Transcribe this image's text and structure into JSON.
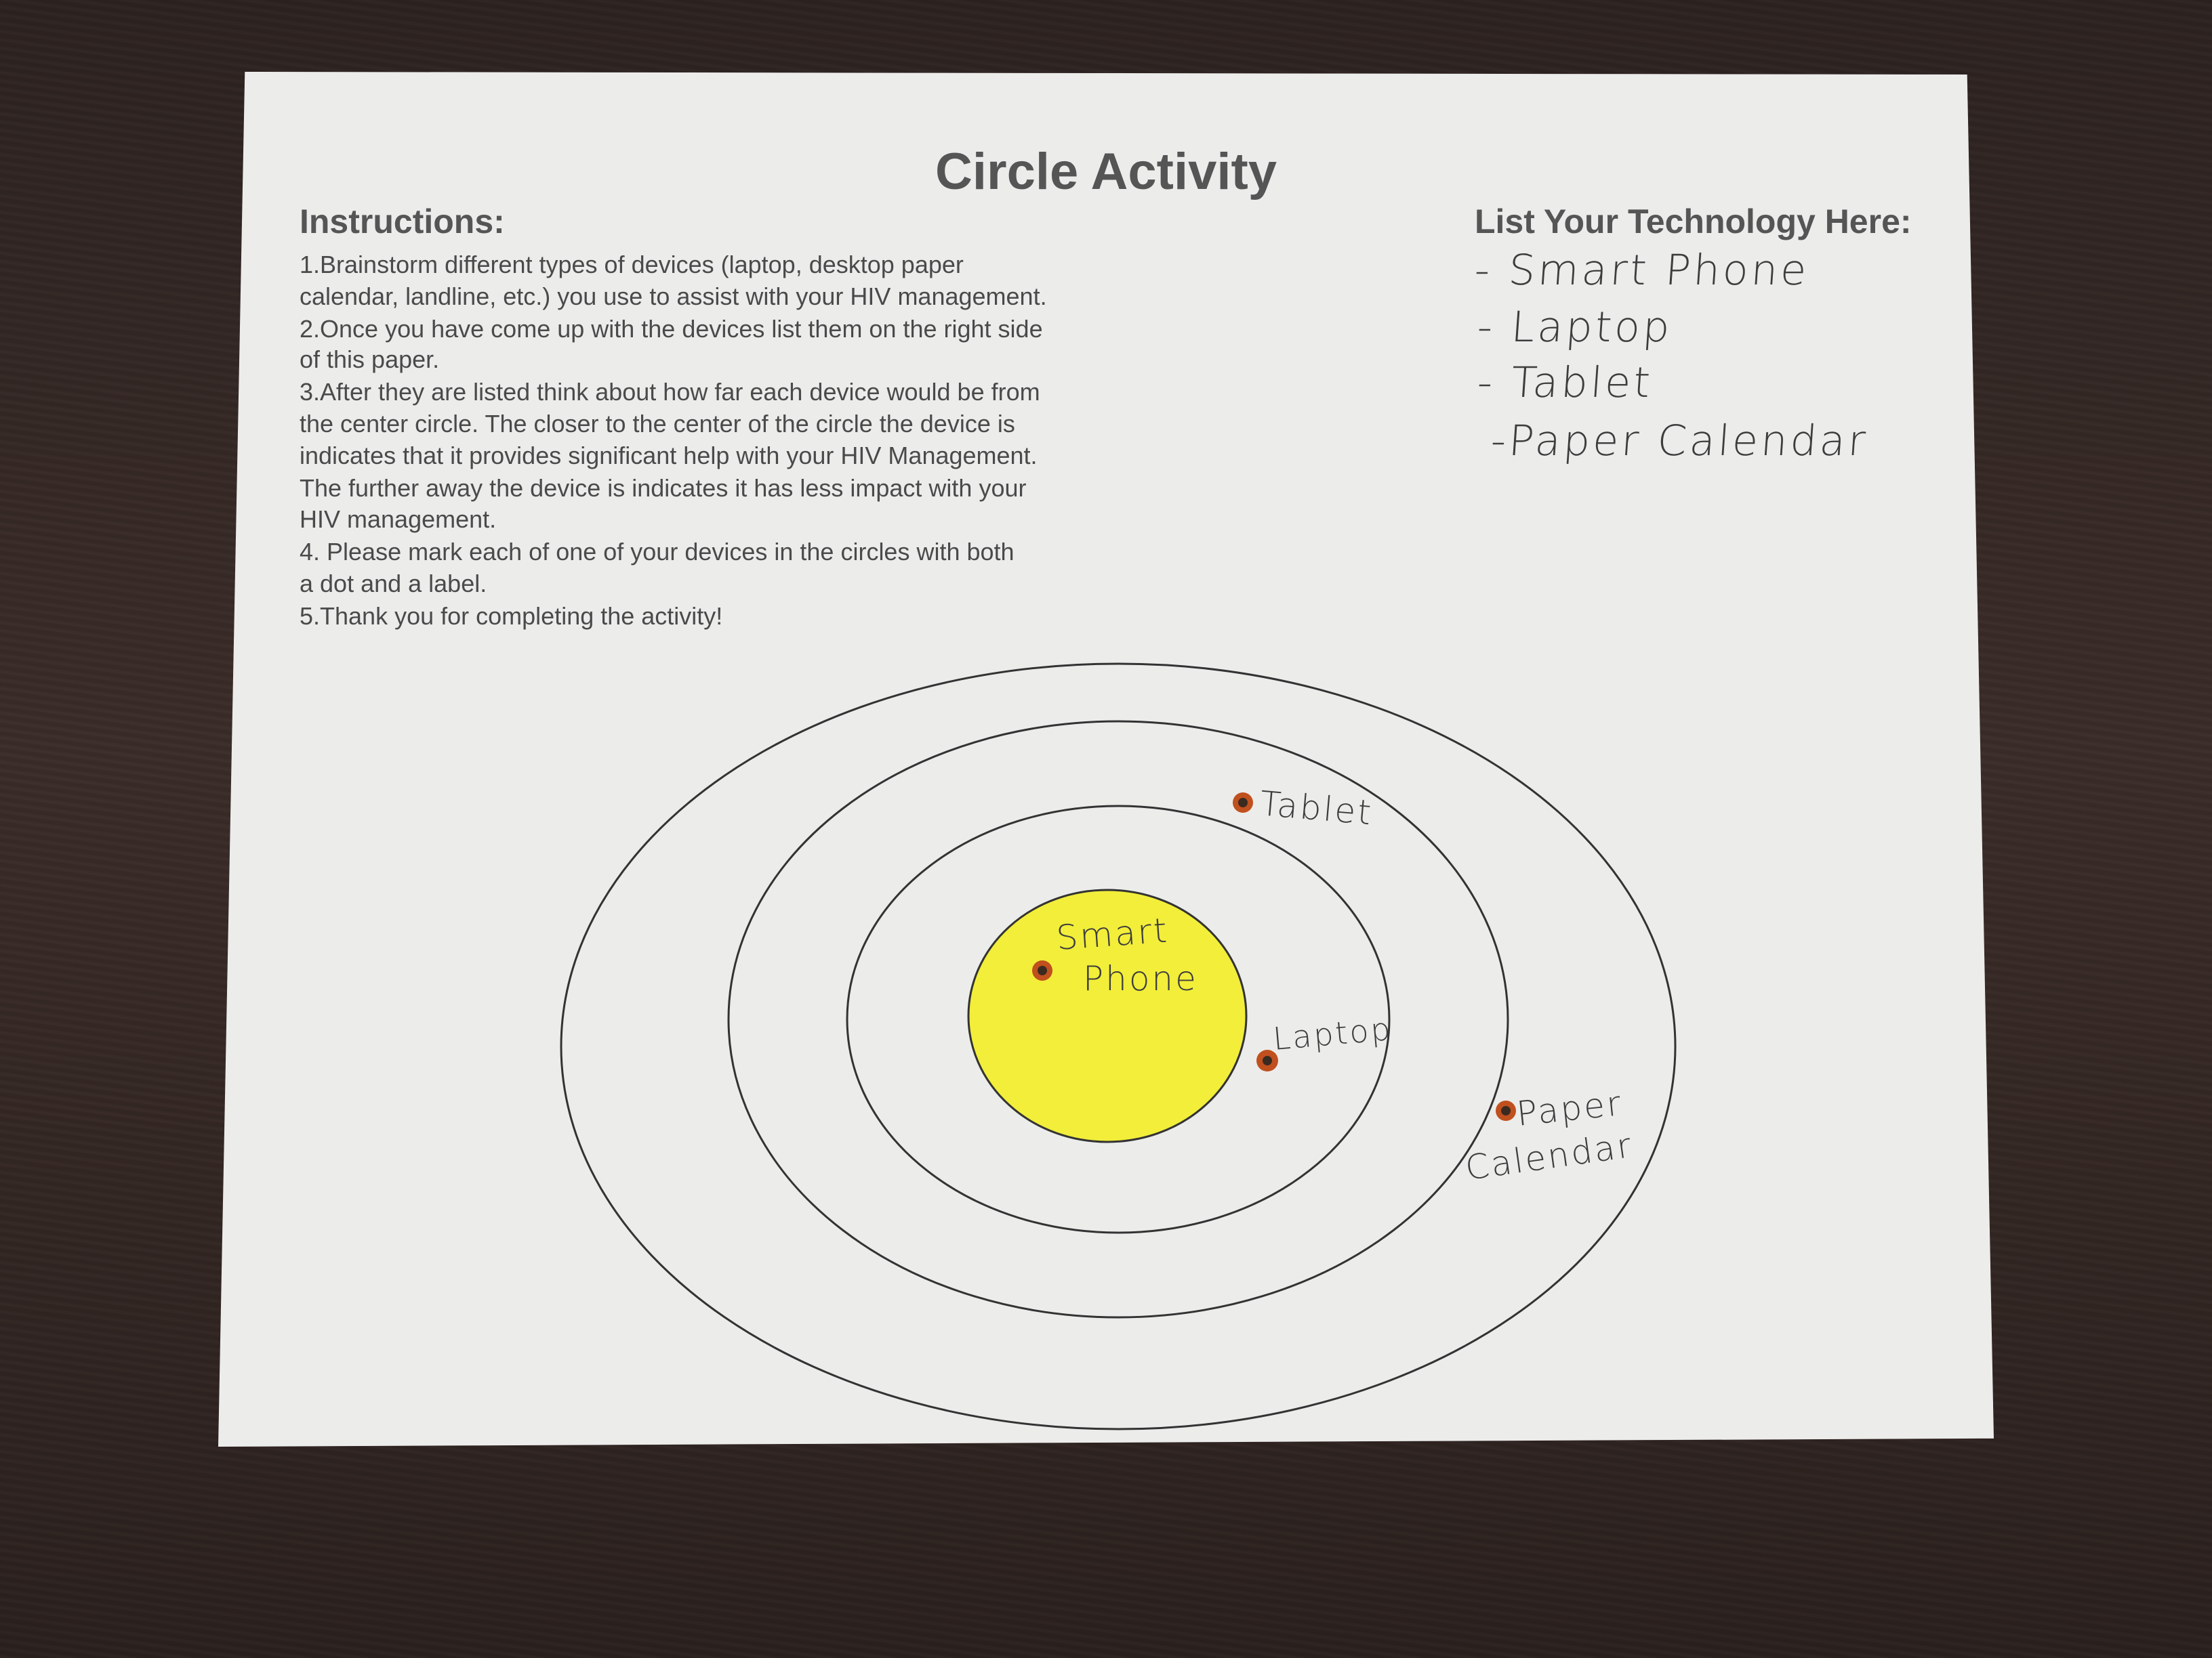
{
  "worksheet": {
    "title": "Circle Activity",
    "instructions_heading": "Instructions:",
    "instructions": [
      "1.Brainstorm different types of devices (laptop, desktop paper",
      "calendar, landline, etc.) you use to assist with your HIV management.",
      "2.Once you have come up with the devices list them on the right side",
      "of this paper.",
      "3.After they are listed think about how far each device would be from",
      "the center circle. The closer to the center of the circle the device is",
      "indicates that it provides significant help with your HIV Management.",
      "The further away the device is indicates it has less impact with your",
      "HIV management.",
      "4. Please mark each of one of your devices in the circles with both",
      "a dot and a label.",
      "5.Thank you for completing the activity!"
    ],
    "technology_heading": "List Your Technology Here:",
    "technology_list": [
      "- Smart Phone",
      "- Laptop",
      "- Tablet",
      "-Paper Calendar"
    ],
    "circle_labels": {
      "smart": "Smart",
      "phone": "Phone",
      "laptop": "Laptop",
      "tablet": "Tablet",
      "paper": "Paper",
      "calendar": "Calendar"
    },
    "colors": {
      "center_fill": "#f2ee3a",
      "dot": "#c0501e",
      "ring_stroke": "#333333"
    }
  }
}
